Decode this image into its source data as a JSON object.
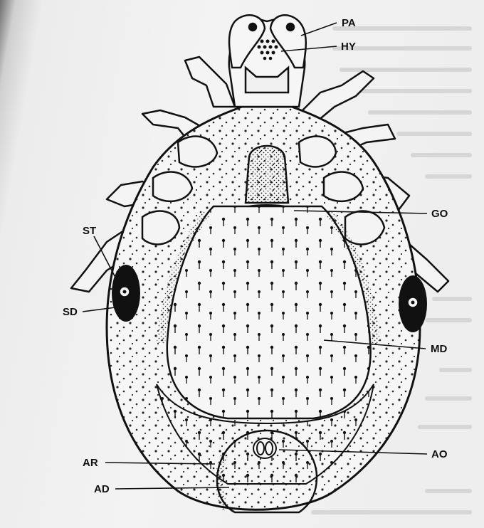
{
  "labels": {
    "pa": "PA",
    "hy": "HY",
    "go": "GO",
    "st": "ST",
    "sd": "SD",
    "md": "MD",
    "ao": "AO",
    "ar": "AR",
    "ad": "AD"
  },
  "colors": {
    "ink": "#111111",
    "paper": "#f1f1f1",
    "text_ghost": "#d2d2d2"
  }
}
